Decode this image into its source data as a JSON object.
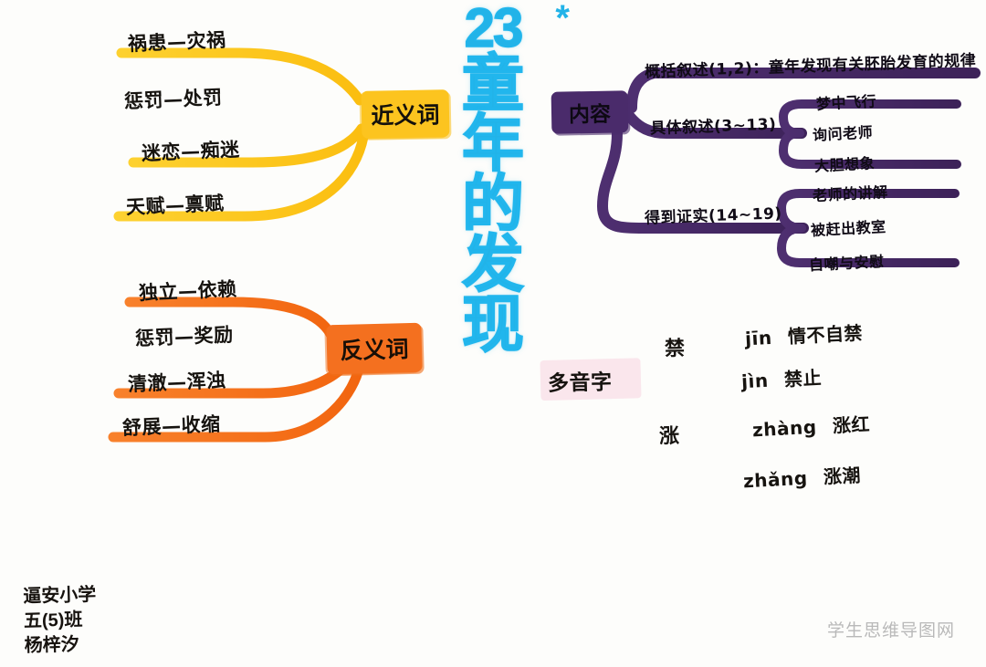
{
  "title": {
    "number": "23",
    "star": "*",
    "chars": [
      "童",
      "年",
      "的",
      "发",
      "现"
    ],
    "full": "23* 童年的发现",
    "color": "#22b3e8"
  },
  "branches": [
    {
      "id": "synonyms",
      "label": "近义词",
      "color": "#fcc41f",
      "items": [
        "祸患—灾祸",
        "惩罚—处罚",
        "迷恋—痴迷",
        "天赋—禀赋"
      ]
    },
    {
      "id": "antonyms",
      "label": "反义词",
      "color": "#f4701f",
      "items": [
        "独立—依赖",
        "惩罚—奖励",
        "清澈—浑浊",
        "舒展—收缩"
      ]
    },
    {
      "id": "content",
      "label": "内容",
      "color": "#4a2b6b",
      "items": [
        {
          "label": "概括叙述(1,2)：童年发现有关胚胎发育的规律",
          "children": []
        },
        {
          "label": "具体叙述(3~13)",
          "children": [
            "梦中飞行",
            "询问老师",
            "大胆想象"
          ]
        },
        {
          "label": "得到证实(14~19)",
          "children": [
            "老师的讲解",
            "被赶出教室",
            "自嘲与安慰"
          ]
        }
      ]
    }
  ],
  "polyphones": {
    "title": "多音字",
    "highlight_color": "#f8d4e0",
    "entries": [
      {
        "char": "禁",
        "readings": [
          {
            "pinyin": "jīn",
            "word": "情不自禁"
          },
          {
            "pinyin": "jìn",
            "word": "禁止"
          }
        ]
      },
      {
        "char": "涨",
        "readings": [
          {
            "pinyin": "zhàng",
            "word": "涨红"
          },
          {
            "pinyin": "zhǎng",
            "word": "涨潮"
          }
        ]
      }
    ]
  },
  "signature": {
    "school": "逼安小学",
    "class": "五(5)班",
    "name": "杨梓汐"
  },
  "watermark": "学生思维导图网"
}
